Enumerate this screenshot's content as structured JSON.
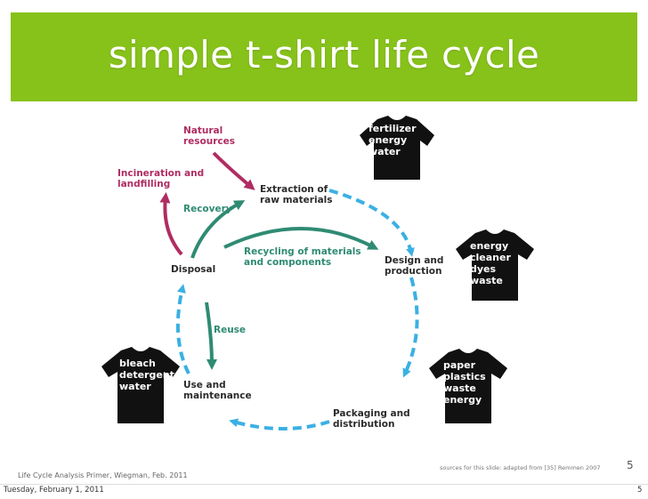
{
  "title": "simple t-shirt life cycle",
  "diagram": {
    "stages": {
      "natural_resources": [
        "Natural",
        "resources"
      ],
      "incineration": [
        "Incineration and",
        "landfilling"
      ],
      "extraction": [
        "Extraction of",
        "raw materials"
      ],
      "recovery": "Recovery",
      "recycling": [
        "Recycling of materials",
        "and components"
      ],
      "disposal": "Disposal",
      "design": [
        "Design and",
        "production"
      ],
      "reuse": "Reuse",
      "use": [
        "Use and",
        "maintenance"
      ],
      "packaging": [
        "Packaging and",
        "distribution"
      ]
    },
    "shirts": {
      "top": [
        "fertilizer",
        "energy",
        "water"
      ],
      "right": [
        "energy",
        "cleaner",
        "dyes",
        "waste"
      ],
      "bottom_right": [
        "paper",
        "plastics",
        "waste",
        "energy"
      ],
      "left": [
        "bleach",
        "detergents",
        "water"
      ]
    },
    "colors": {
      "title_band": "#87c21a",
      "cycle_arrow": "#3bb0e3",
      "pink_arrow": "#b02c62",
      "green_arrow": "#2f8b73",
      "shirt": "#111111"
    }
  },
  "footer": {
    "primer": "Life Cycle Analysis Primer, Wiegman, Feb. 2011",
    "source": "sources for this slide: adapted from [35] Remmen 2007",
    "page": "5",
    "date": "Tuesday, February 1, 2011",
    "slide_number": "5"
  }
}
